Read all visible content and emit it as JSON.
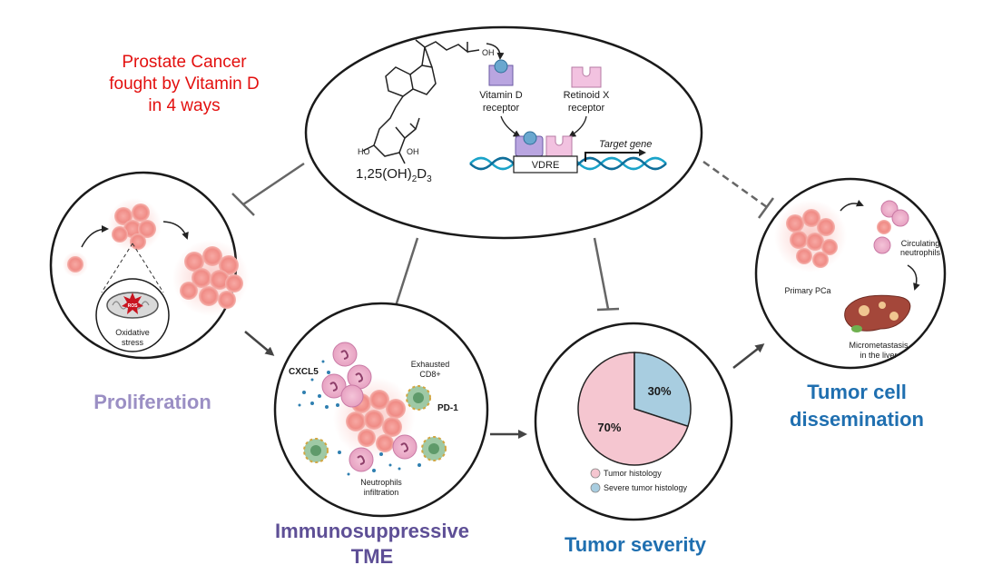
{
  "title": [
    "Prostate Cancer",
    "fought by Vitamin D",
    "in 4 ways"
  ],
  "mechanism": {
    "compound": "1,25(OH)",
    "compound_sub1": "2",
    "compound_mid": "D",
    "compound_sub2": "3",
    "oh_label": "OH",
    "ho_label": "HO",
    "oh_label2": "OH",
    "vdr_label": [
      "Vitamin D",
      "receptor"
    ],
    "rxr_label": [
      "Retinoid X",
      "receptor"
    ],
    "target_gene": "Target gene",
    "vdre": "VDRE"
  },
  "proliferation": {
    "title": "Proliferation",
    "inset": [
      "Oxidative",
      "stress"
    ],
    "ros": "ROS"
  },
  "tme": {
    "title": [
      "Immunosuppressive",
      "TME"
    ],
    "cxcl5": "CXCL5",
    "exhausted": [
      "Exhausted",
      "CD8+"
    ],
    "pd1": "PD-1",
    "neutrophils": [
      "Neutrophils",
      "infiltration"
    ]
  },
  "severity": {
    "title": "Tumor severity",
    "legend": [
      "Tumor histology",
      "Severe tumor histology"
    ]
  },
  "dissemination": {
    "title": [
      "Tumor cell",
      "dissemination"
    ],
    "circulating": [
      "Circulating",
      "neutrophils"
    ],
    "primary": "Primary PCa",
    "micromet": [
      "Micrometastasis",
      "in the liver"
    ]
  },
  "colors": {
    "title_red": "#e3100f",
    "proliferation": "#9b8fc4",
    "tme": "#5e4f96",
    "blue_title": "#1f6fb0",
    "pink": "#f5c6d0",
    "blue": "#a8cde0"
  },
  "chart_data": {
    "type": "pie",
    "categories": [
      "Tumor histology",
      "Severe tumor histology"
    ],
    "values": [
      70,
      30
    ],
    "value_labels": [
      "70%",
      "30%"
    ],
    "colors": [
      "#f5c6d0",
      "#a8cde0"
    ],
    "legend_placement": "bottom"
  }
}
